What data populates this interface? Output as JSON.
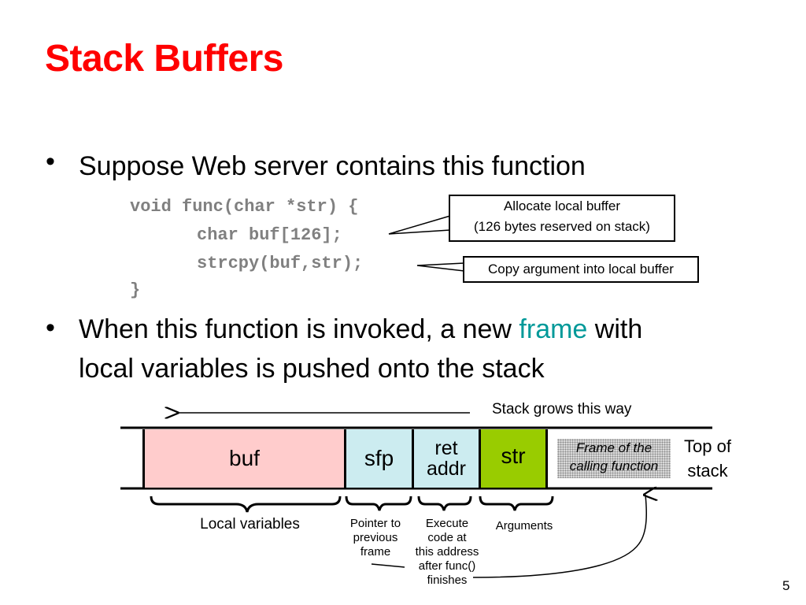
{
  "slide": {
    "title": "Stack Buffers",
    "page_number": "5"
  },
  "bullets": [
    {
      "text": "Suppose Web server contains this function"
    },
    {
      "text_before": "When this function is invoked, a new",
      "highlight": "frame",
      "text_after": "with",
      "line2": "local variables is pushed onto the stack",
      "highlight_color": "#009999"
    }
  ],
  "bullet_glyph": "•",
  "code": {
    "line1": "void func(char *str) {",
    "line2": "char buf[126];",
    "line3": "strcpy(buf,str);",
    "line4": "}"
  },
  "callouts": {
    "allocate_line1": "Allocate local buffer",
    "allocate_line2": "(126 bytes reserved on stack)",
    "copy": "Copy argument into local buffer"
  },
  "stack_diagram": {
    "direction_label": "Stack grows this way",
    "cells": {
      "buf": "buf",
      "sfp": "sfp",
      "ret_line1": "ret",
      "ret_line2": "addr",
      "str": "str",
      "frame_line1": "Frame of the",
      "frame_line2": "calling function"
    },
    "top_of_stack_line1": "Top of",
    "top_of_stack_line2": "stack",
    "labels": {
      "local_variables": "Local variables",
      "pointer_line1": "Pointer to",
      "pointer_line2": "previous",
      "pointer_line3": "frame",
      "execute_line1": "Execute",
      "execute_line2": "code at",
      "execute_line3": "this address",
      "execute_line4": "after func()",
      "execute_line5": "finishes",
      "arguments": "Arguments"
    },
    "colors": {
      "buf": "#ffcccc",
      "sfp": "#ccecf0",
      "ret_addr": "#ccecf0",
      "str": "#99cc00"
    }
  }
}
